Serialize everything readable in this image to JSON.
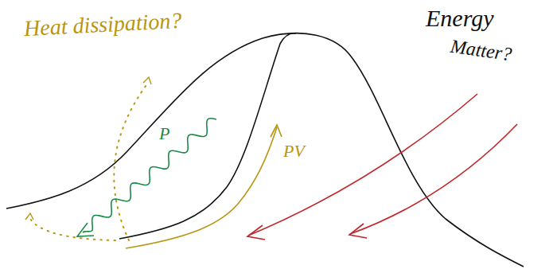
{
  "diagram": {
    "labels": [
      "Heat dissipation?",
      "P",
      "PV",
      "Energy",
      "Matter?"
    ]
  }
}
